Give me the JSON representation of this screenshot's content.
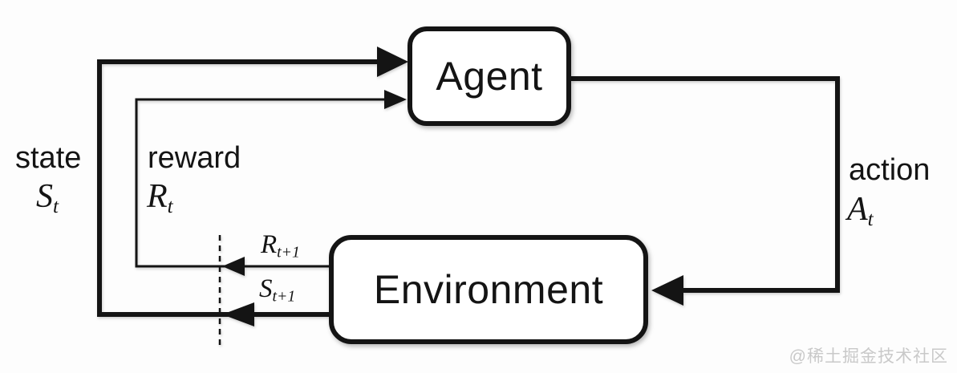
{
  "colors": {
    "line": "#141414",
    "background": "#fdfdfd",
    "box_fill": "#ffffff",
    "watermark": "#c9c9c9"
  },
  "boxes": {
    "agent": {
      "label": "Agent"
    },
    "environment": {
      "label": "Environment"
    }
  },
  "labels": {
    "state": {
      "word": "state",
      "symbol_base": "S",
      "symbol_sub": "t"
    },
    "reward": {
      "word": "reward",
      "symbol_base": "R",
      "symbol_sub": "t"
    },
    "action": {
      "word": "action",
      "symbol_base": "A",
      "symbol_sub": "t"
    },
    "next_reward": {
      "symbol_base": "R",
      "symbol_sub": "t+1"
    },
    "next_state": {
      "symbol_base": "S",
      "symbol_sub": "t+1"
    }
  },
  "watermark": {
    "text": "@稀土掘金技术社区"
  }
}
